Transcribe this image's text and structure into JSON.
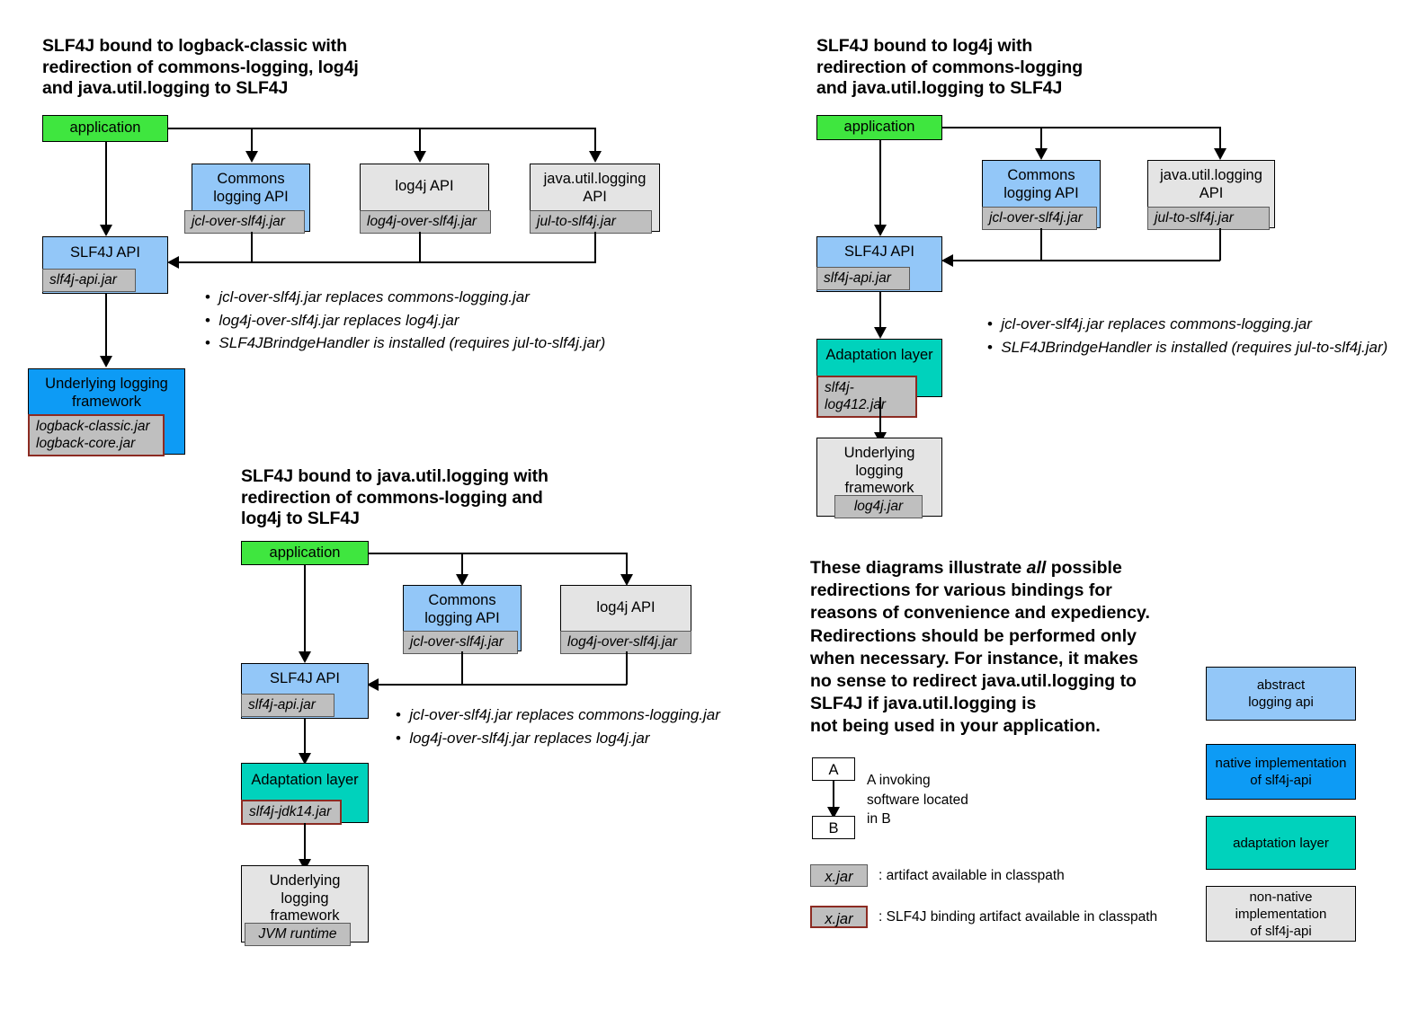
{
  "colors": {
    "application_green": "#3FE63F",
    "abstract_api_blue": "#93C7F8",
    "native_impl_blue": "#0D9BF5",
    "adaptation_teal": "#00D2BC",
    "non_native_gray": "#E4E4E4",
    "jar_chip_gray": "#BFBFBF",
    "binding_border_red": "#8C2B22"
  },
  "diagram1": {
    "title": "SLF4J bound to logback-classic with\nredirection of commons-logging, log4j\nand java.util.logging to SLF4J",
    "application": "application",
    "commons_api": "Commons\nlogging API",
    "commons_jar": "jcl-over-slf4j.jar",
    "log4j_api": "log4j API",
    "log4j_jar": "log4j-over-slf4j.jar",
    "jul_api": "java.util.logging\nAPI",
    "jul_jar": "jul-to-slf4j.jar",
    "slf4j_api": "SLF4J API",
    "slf4j_jar": "slf4j-api.jar",
    "underlying": "Underlying logging\nframework",
    "underlying_jar": "logback-classic.jar\nlogback-core.jar",
    "notes": [
      "jcl-over-slf4j.jar replaces commons-logging.jar",
      "log4j-over-slf4j.jar replaces log4j.jar",
      "SLF4JBrindgeHandler is installed (requires jul-to-slf4j.jar)"
    ]
  },
  "diagram2": {
    "title": "SLF4J bound to log4j with\nredirection of commons-logging\nand java.util.logging to SLF4J",
    "application": "application",
    "commons_api": "Commons\nlogging API",
    "commons_jar": "jcl-over-slf4j.jar",
    "jul_api": "java.util.logging\nAPI",
    "jul_jar": "jul-to-slf4j.jar",
    "slf4j_api": "SLF4J API",
    "slf4j_jar": "slf4j-api.jar",
    "adaptation": "Adaptation layer",
    "adaptation_jar": "slf4j-log412.jar",
    "underlying": "Underlying\nlogging\nframework",
    "underlying_jar": "log4j.jar",
    "notes": [
      "jcl-over-slf4j.jar replaces commons-logging.jar",
      "SLF4JBrindgeHandler is installed (requires jul-to-slf4j.jar)"
    ]
  },
  "diagram3": {
    "title": "SLF4J bound to java.util.logging with\nredirection of commons-logging and\nlog4j to SLF4J",
    "application": "application",
    "commons_api": "Commons\nlogging API",
    "commons_jar": "jcl-over-slf4j.jar",
    "log4j_api": "log4j API",
    "log4j_jar": "log4j-over-slf4j.jar",
    "slf4j_api": "SLF4J API",
    "slf4j_jar": "slf4j-api.jar",
    "adaptation": "Adaptation layer",
    "adaptation_jar": "slf4j-jdk14.jar",
    "underlying": "Underlying\nlogging\nframework",
    "underlying_jar": "JVM runtime",
    "notes": [
      "jcl-over-slf4j.jar replaces commons-logging.jar",
      "log4j-over-slf4j.jar replaces log4j.jar"
    ]
  },
  "paragraph": {
    "line1": "These diagrams illustrate ",
    "emph": "all",
    "line2": " possible\nredirections for various bindings for\nreasons of convenience and expediency.\nRedirections should be performed only\nwhen necessary. For instance, it makes\nno sense to redirect java.util.logging to\nSLF4J if java.util.logging is\nnot being used in your application."
  },
  "legend": {
    "node_a": "A",
    "node_b": "B",
    "invoke_caption": "A invoking\nsoftware located\nin B",
    "jar_sample": "x.jar",
    "jar_caption": ": artifact available in classpath",
    "binding_jar_sample": "x.jar",
    "binding_jar_caption": ": SLF4J binding artifact available in classpath",
    "swatches": [
      {
        "label": "abstract\nlogging api",
        "color": "#93C7F8"
      },
      {
        "label": "native implementation\nof slf4j-api",
        "color": "#0D9BF5"
      },
      {
        "label": "adaptation layer",
        "color": "#00D2BC"
      },
      {
        "label": "non-native implementation\nof slf4j-api",
        "color": "#E4E4E4"
      }
    ]
  }
}
